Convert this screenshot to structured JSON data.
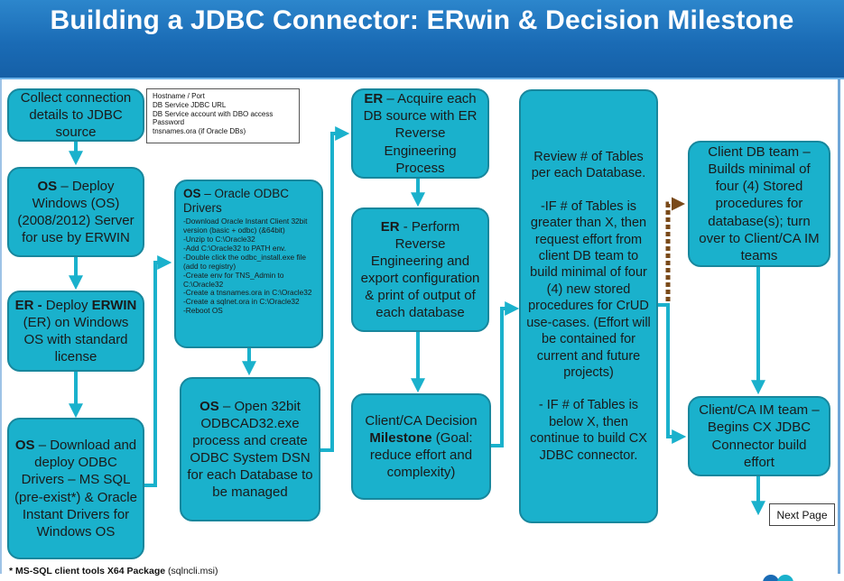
{
  "title": "Building a JDBC Connector: ERwin & Decision Milestone",
  "boxes": {
    "collect": "Collect connection details to JDBC source",
    "os_deploy": {
      "b": "OS",
      "rest": " – Deploy Windows (OS) (2008/2012) Server for use by ERWIN"
    },
    "er_deploy": {
      "b": "ER -",
      "mid": " Deploy ",
      "b2": "ERWIN",
      "rest": " (ER) on Windows OS with standard license"
    },
    "os_download": {
      "b": "OS",
      "rest": " – Download and deploy ODBC Drivers – MS SQL (pre-exist*) & Oracle Instant Drivers for Windows OS"
    },
    "os_oracle": {
      "b": "OS",
      "rest": " – Oracle ODBC Drivers",
      "steps": [
        "-Download Oracle Instant Client 32bit version (basic + odbc) (&64bit)",
        "-Unzip to C:\\Oracle32",
        "-Add C:\\Oracle32 to PATH env.",
        "-Double click the odbc_install.exe file (add to registry)",
        "-Create env for TNS_Admin to C:\\Oracle32",
        "-Create a tnsnames.ora  in C:\\Oracle32",
        "-Create a sqlnet.ora in C:\\Oracle32",
        "-Reboot OS"
      ]
    },
    "os_open": {
      "b": "OS",
      "rest": " – Open 32bit ODBCAD32.exe process and create ODBC System DSN for each Database to be managed"
    },
    "er_acquire": {
      "b": "ER",
      "rest": " – Acquire each DB source with ER Reverse Engineering Process"
    },
    "er_perform": {
      "b": "ER",
      "rest": " -  Perform Reverse Engineering and export configuration & print of output of each database"
    },
    "milestone": {
      "pre": "Client/CA Decision ",
      "b": "Milestone",
      "rest": " (Goal: reduce effort and complexity)"
    },
    "review": {
      "p1": "Review # of Tables per each Database.",
      "p2": "-IF # of Tables is greater than X, then request effort from client DB team to build minimal of four (4) new stored procedures for CrUD use-cases. (Effort will be contained for current and future projects)",
      "p3": "- IF # of Tables is below X, then continue to build CX JDBC connector."
    },
    "client_db": "Client DB team – Builds minimal of four (4) Stored procedures for database(s); turn over to Client/CA IM teams",
    "client_ca": "Client/CA IM team – Begins CX JDBC Connector build effort"
  },
  "note": [
    "Hostname  / Port",
    "DB Service JDBC URL",
    "DB Service account with DBO access",
    "Password",
    "tnsnames.ora (if Oracle DBs)"
  ],
  "next_page": "Next Page",
  "footnote": {
    "b": "* MS-SQL client tools X64 Package",
    "rest": " (sqlncli.msi)"
  },
  "colors": {
    "box_fill": "#1ab1cc",
    "box_border": "#18879d",
    "arrow": "#1ab1cc",
    "dotted_arrow": "#7a4a1a",
    "header": "#1a6bb5"
  }
}
